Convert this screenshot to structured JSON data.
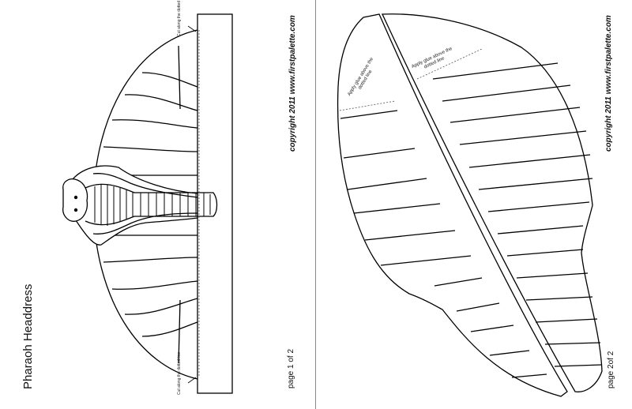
{
  "page1": {
    "title": "Pharaoh Headdress",
    "copyright": "copyright 2011   www.firstpalette.com",
    "page_number": "page 1 of 2",
    "cut_note_top": "Cut along the dotted line",
    "cut_note_bottom": "Cut along the dotted line"
  },
  "page2": {
    "copyright": "copyright 2011   www.firstpalette.com",
    "page_number": "page 2of 2",
    "glue_note_left": "Apply glue above the dotted line",
    "glue_note_right": "Apply glue above the dotted line"
  }
}
